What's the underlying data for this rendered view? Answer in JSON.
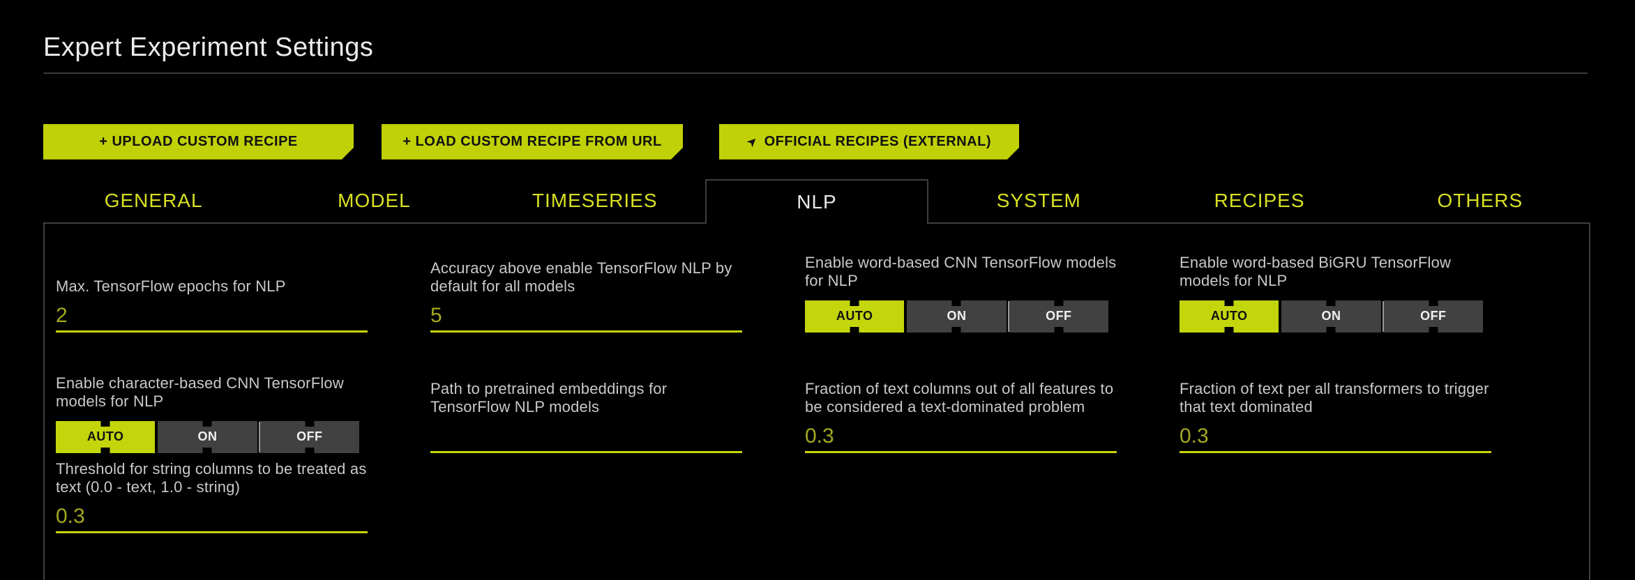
{
  "page": {
    "title": "Expert Experiment Settings"
  },
  "colors": {
    "background": "#000000",
    "accent_button": "#c0d107",
    "accent_selected": "#c3d60b",
    "accent_underline": "#c9d40a",
    "tab_text": "#d8e022",
    "value_text": "#a4a81f",
    "label_text": "#c9c9c9",
    "border": "#3f3f3f"
  },
  "actions": [
    {
      "label": "+ UPLOAD CUSTOM RECIPE"
    },
    {
      "label": "+ LOAD CUSTOM RECIPE FROM URL"
    },
    {
      "label": "OFFICIAL RECIPES (EXTERNAL)",
      "icon": "external-link-arrow"
    }
  ],
  "tabs": [
    {
      "label": "GENERAL",
      "active": false
    },
    {
      "label": "MODEL",
      "active": false
    },
    {
      "label": "TIMESERIES",
      "active": false
    },
    {
      "label": "NLP",
      "active": true
    },
    {
      "label": "SYSTEM",
      "active": false
    },
    {
      "label": "RECIPES",
      "active": false
    },
    {
      "label": "OTHERS",
      "active": false
    }
  ],
  "toggle_options": [
    "AUTO",
    "ON",
    "OFF"
  ],
  "columns": [
    {
      "cells": [
        {
          "type": "input",
          "label": "Max. TensorFlow epochs for NLP",
          "value": "2"
        },
        {
          "type": "toggle",
          "label": "Enable character-based CNN TensorFlow models for NLP",
          "selected": "AUTO"
        },
        {
          "type": "input",
          "label": "Threshold for string columns to be treated as text (0.0 - text, 1.0 - string)",
          "value": "0.3"
        }
      ]
    },
    {
      "cells": [
        {
          "type": "input",
          "label": "Accuracy above enable TensorFlow NLP by default for all models",
          "value": "5"
        },
        {
          "type": "input",
          "label": "Path to pretrained embeddings for TensorFlow NLP models",
          "value": ""
        }
      ]
    },
    {
      "cells": [
        {
          "type": "toggle",
          "label": "Enable word-based CNN TensorFlow models for NLP",
          "selected": "AUTO"
        },
        {
          "type": "input",
          "label": "Fraction of text columns out of all features to be considered a text-dominated problem",
          "value": "0.3"
        }
      ]
    },
    {
      "cells": [
        {
          "type": "toggle",
          "label": "Enable word-based BiGRU TensorFlow models for NLP",
          "selected": "AUTO"
        },
        {
          "type": "input",
          "label": "Fraction of text per all transformers to trigger that text dominated",
          "value": "0.3"
        }
      ]
    }
  ]
}
